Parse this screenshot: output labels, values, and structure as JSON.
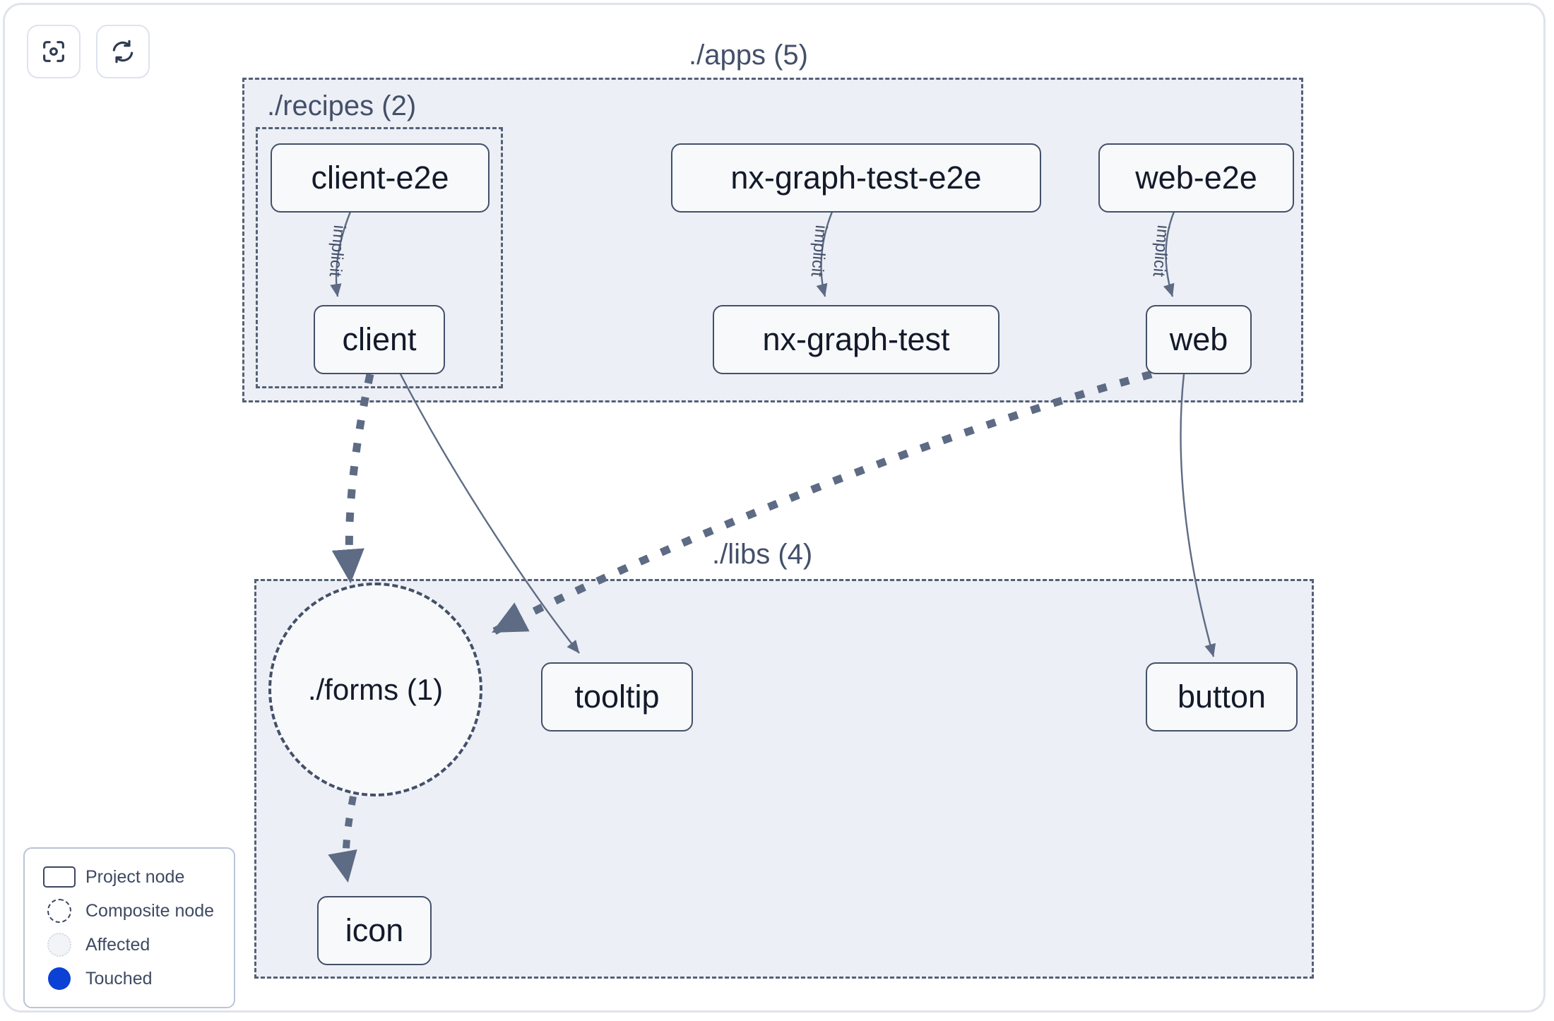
{
  "toolbar": {
    "buttons": [
      {
        "name": "focus-graph-button",
        "icon": "focus-icon",
        "title": "Focus graph"
      },
      {
        "name": "refresh-graph-button",
        "icon": "refresh-icon",
        "title": "Refresh graph"
      }
    ]
  },
  "groups": [
    {
      "id": "apps",
      "label": "./apps (5)"
    },
    {
      "id": "recipes",
      "label": "./recipes (2)"
    },
    {
      "id": "libs",
      "label": "./libs (4)"
    }
  ],
  "nodes": [
    {
      "id": "client-e2e",
      "label": "client-e2e",
      "type": "project"
    },
    {
      "id": "nx-graph-test-e2e",
      "label": "nx-graph-test-e2e",
      "type": "project"
    },
    {
      "id": "web-e2e",
      "label": "web-e2e",
      "type": "project"
    },
    {
      "id": "client",
      "label": "client",
      "type": "project"
    },
    {
      "id": "nx-graph-test",
      "label": "nx-graph-test",
      "type": "project"
    },
    {
      "id": "web",
      "label": "web",
      "type": "project"
    },
    {
      "id": "forms",
      "label": "./forms (1)",
      "type": "composite"
    },
    {
      "id": "tooltip",
      "label": "tooltip",
      "type": "project"
    },
    {
      "id": "button",
      "label": "button",
      "type": "project"
    },
    {
      "id": "icon",
      "label": "icon",
      "type": "project"
    }
  ],
  "edges": [
    {
      "from": "client-e2e",
      "to": "client",
      "label": "implicit",
      "style": "solid"
    },
    {
      "from": "nx-graph-test-e2e",
      "to": "nx-graph-test",
      "label": "implicit",
      "style": "solid"
    },
    {
      "from": "web-e2e",
      "to": "web",
      "label": "implicit",
      "style": "solid"
    },
    {
      "from": "client",
      "to": "forms",
      "label": "",
      "style": "dashed"
    },
    {
      "from": "client",
      "to": "tooltip",
      "label": "",
      "style": "solid"
    },
    {
      "from": "web",
      "to": "forms",
      "label": "",
      "style": "dashed"
    },
    {
      "from": "web",
      "to": "button",
      "label": "",
      "style": "solid"
    },
    {
      "from": "forms",
      "to": "icon",
      "label": "",
      "style": "dashed"
    }
  ],
  "edge_labels": {
    "client_e2e": "implicit",
    "nx_graph_test_e2e": "implicit",
    "web_e2e": "implicit"
  },
  "legend": {
    "items": [
      {
        "key": "project",
        "label": "Project node",
        "swatch": "rect-outline"
      },
      {
        "key": "composite",
        "label": "Composite node",
        "swatch": "dashed-circle"
      },
      {
        "key": "affected",
        "label": "Affected",
        "swatch": "dotted-circle"
      },
      {
        "key": "touched",
        "label": "Touched",
        "swatch": "filled-circle"
      }
    ]
  },
  "colors": {
    "group_fill": "#eceff5",
    "group_border": "#556076",
    "node_fill": "#f7f9fb",
    "node_border": "#44506a",
    "node_text": "#131a2a",
    "edge": "#5d6b84",
    "touched": "#0b41d4",
    "frame_border": "#dfe3ec"
  }
}
